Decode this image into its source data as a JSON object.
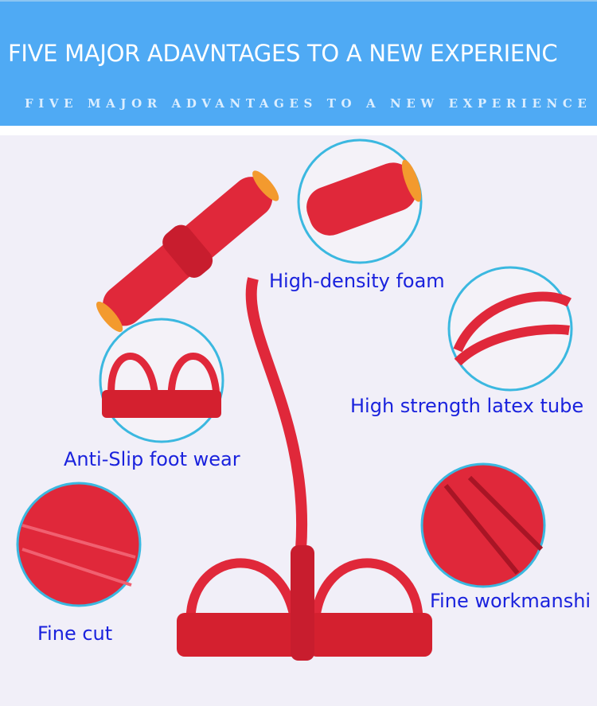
{
  "header": {
    "title": "FIVE MAJOR ADAVNTAGES TO A NEW EXPERIENC",
    "subtitle": "FIVE MAJOR ADVANTAGES TO A NEW EXPERIENCE"
  },
  "features": [
    {
      "label": "High-density foam"
    },
    {
      "label": "High strength latex tube"
    },
    {
      "label": "Anti-Slip foot wear"
    },
    {
      "label": "Fine cut"
    },
    {
      "label": "Fine workmanshi"
    }
  ],
  "colors": {
    "header": "#4faaf4",
    "product": "#e0283a",
    "label": "#1a22dd",
    "ring": "#3bb8e0"
  }
}
